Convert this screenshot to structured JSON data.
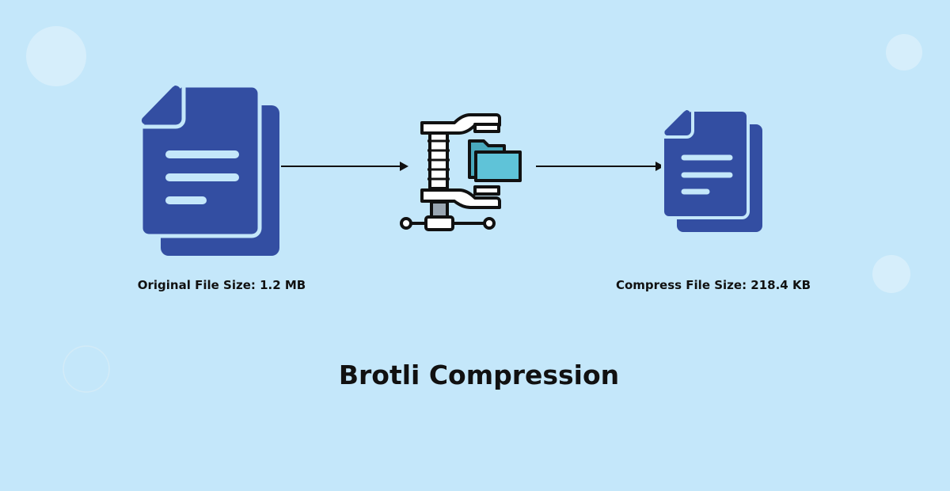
{
  "colors": {
    "background": "#c4e7fa",
    "document": "#334ea2",
    "folder": "#5fc3d8",
    "folder_back": "#49a9bd"
  },
  "original": {
    "label": "Original File Size: 1.2 MB",
    "icon": "documents-icon"
  },
  "compressor": {
    "icon": "clamp-compress-icon"
  },
  "compressed": {
    "label": "Compress File Size: 218.4 KB",
    "icon": "documents-icon"
  },
  "title": "Brotli Compression"
}
